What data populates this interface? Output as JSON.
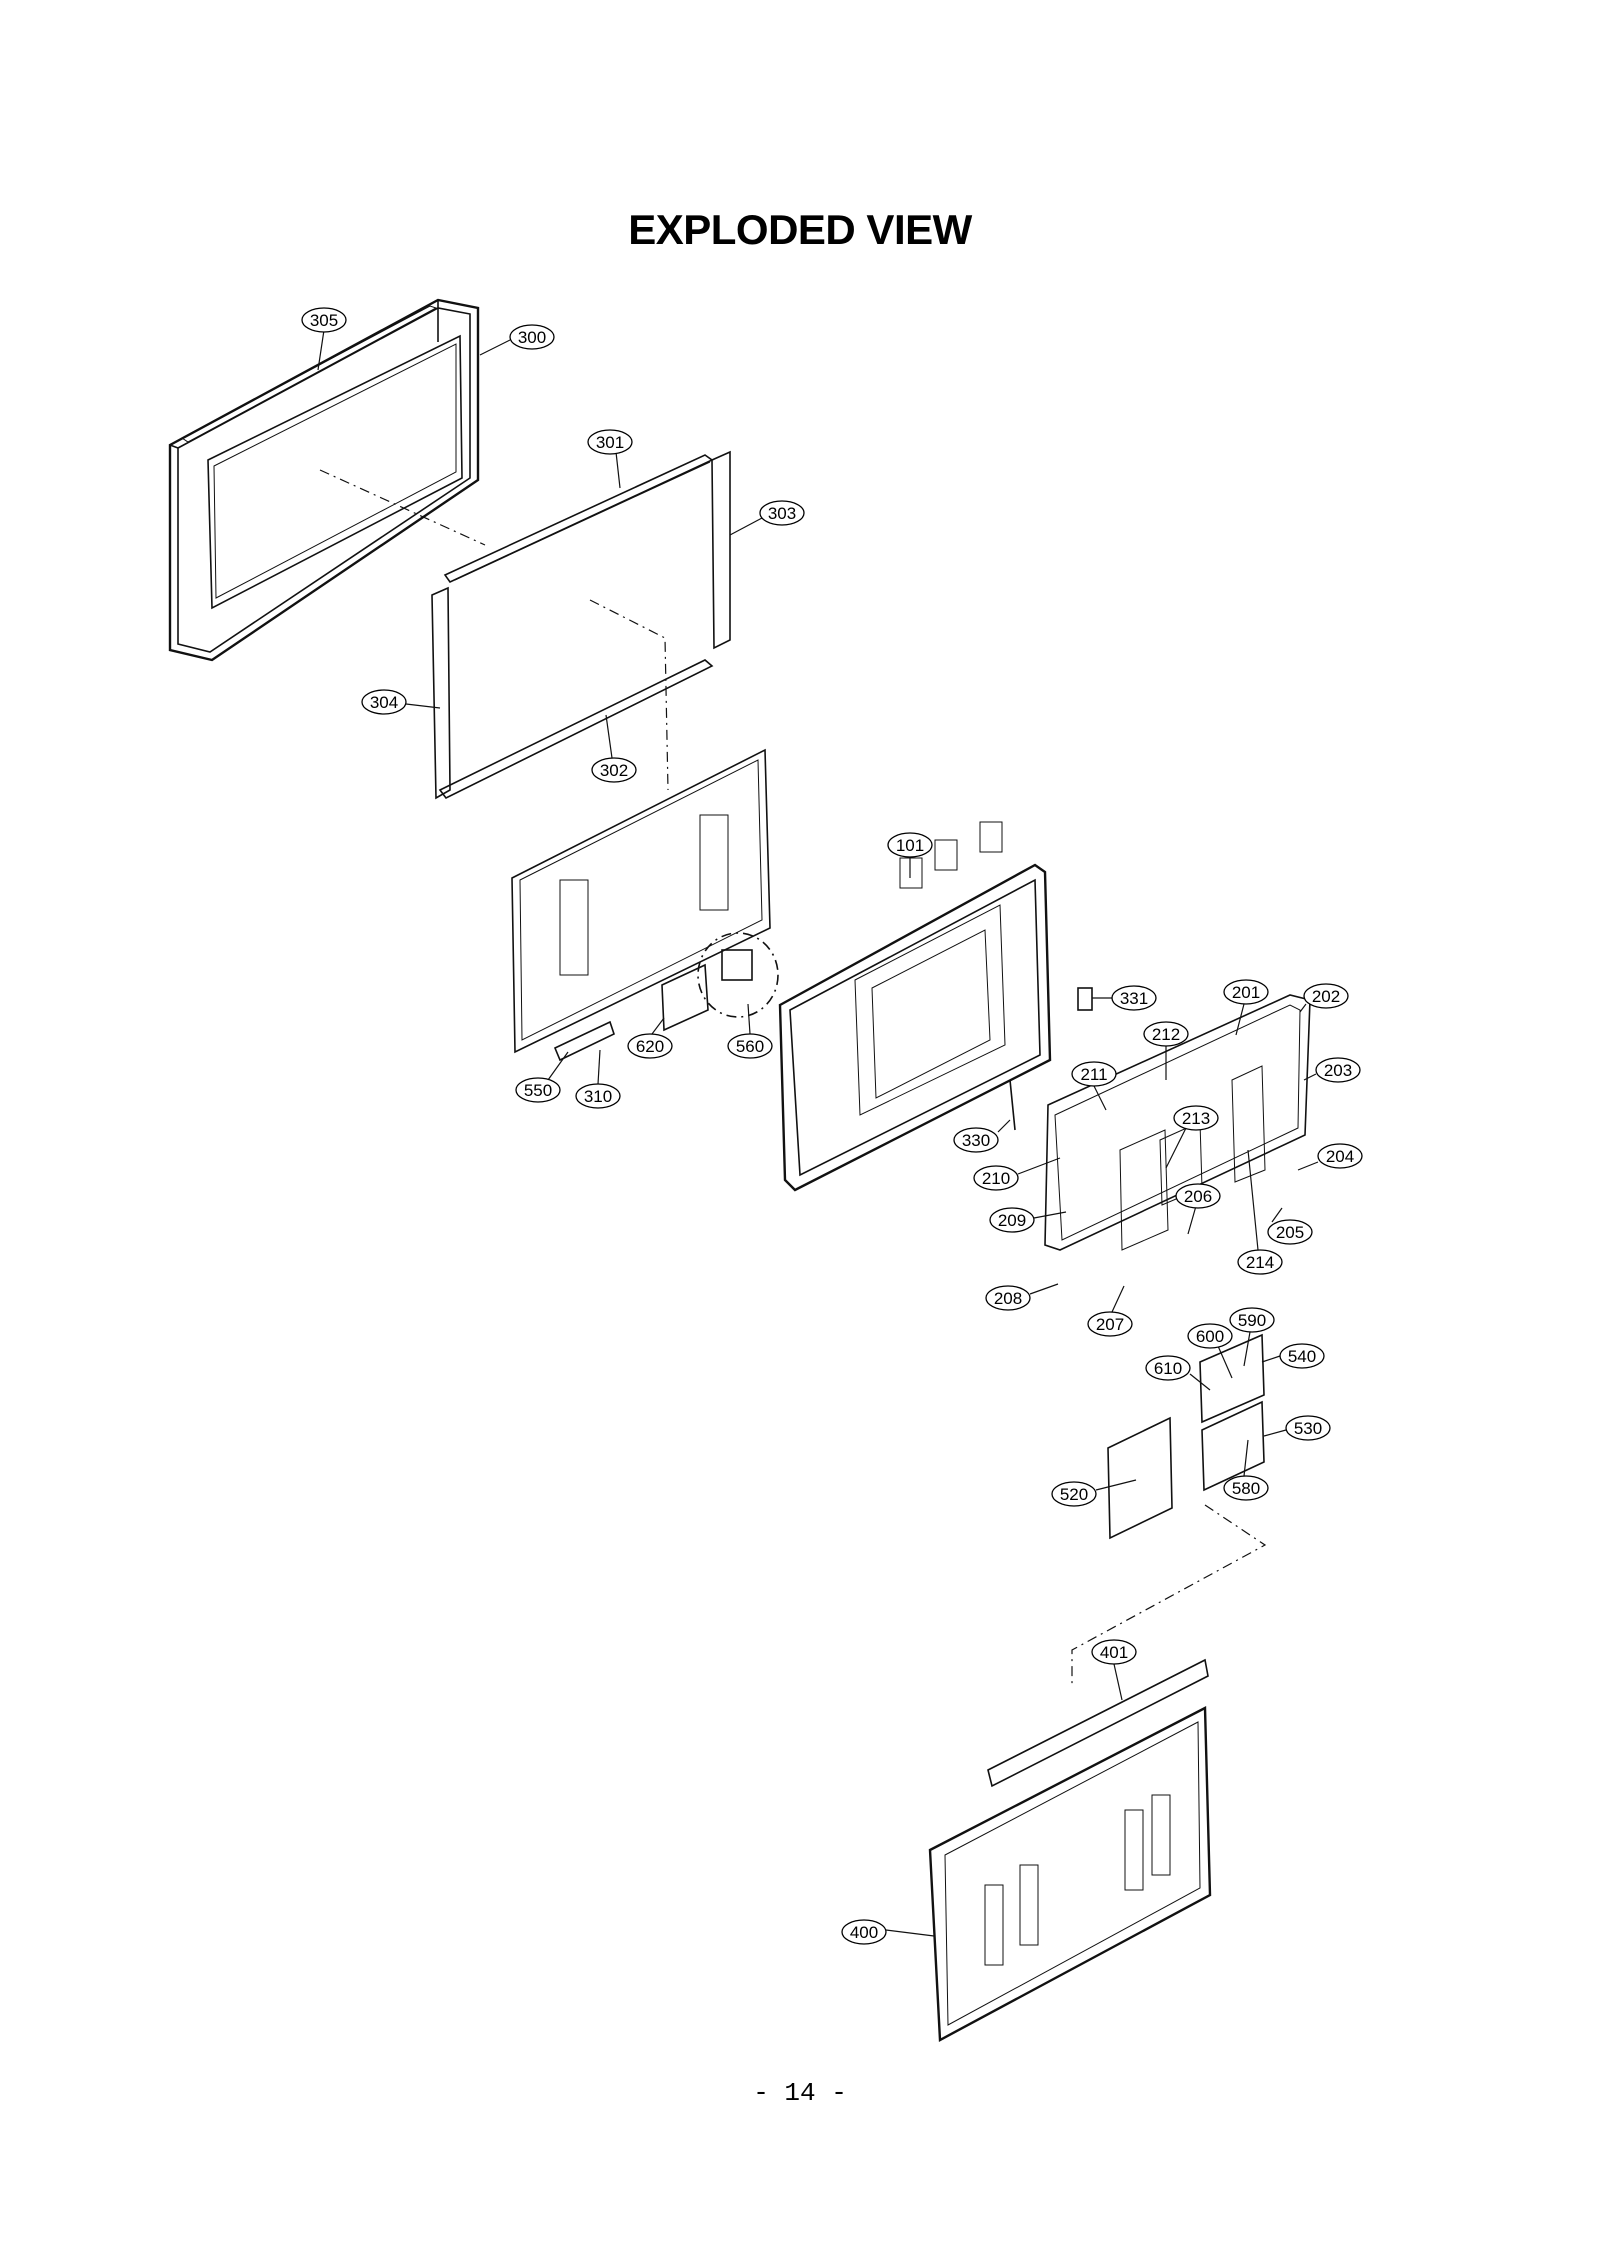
{
  "title": "EXPLODED VIEW",
  "page_number": "- 14 -",
  "callouts": [
    {
      "id": "305"
    },
    {
      "id": "300"
    },
    {
      "id": "301"
    },
    {
      "id": "303"
    },
    {
      "id": "304"
    },
    {
      "id": "302"
    },
    {
      "id": "101"
    },
    {
      "id": "331"
    },
    {
      "id": "201"
    },
    {
      "id": "202"
    },
    {
      "id": "212"
    },
    {
      "id": "211"
    },
    {
      "id": "203"
    },
    {
      "id": "213"
    },
    {
      "id": "204"
    },
    {
      "id": "620"
    },
    {
      "id": "560"
    },
    {
      "id": "550"
    },
    {
      "id": "310"
    },
    {
      "id": "330"
    },
    {
      "id": "210"
    },
    {
      "id": "206"
    },
    {
      "id": "209"
    },
    {
      "id": "205"
    },
    {
      "id": "214"
    },
    {
      "id": "208"
    },
    {
      "id": "207"
    },
    {
      "id": "590"
    },
    {
      "id": "600"
    },
    {
      "id": "540"
    },
    {
      "id": "610"
    },
    {
      "id": "530"
    },
    {
      "id": "580"
    },
    {
      "id": "520"
    },
    {
      "id": "401"
    },
    {
      "id": "400"
    }
  ]
}
